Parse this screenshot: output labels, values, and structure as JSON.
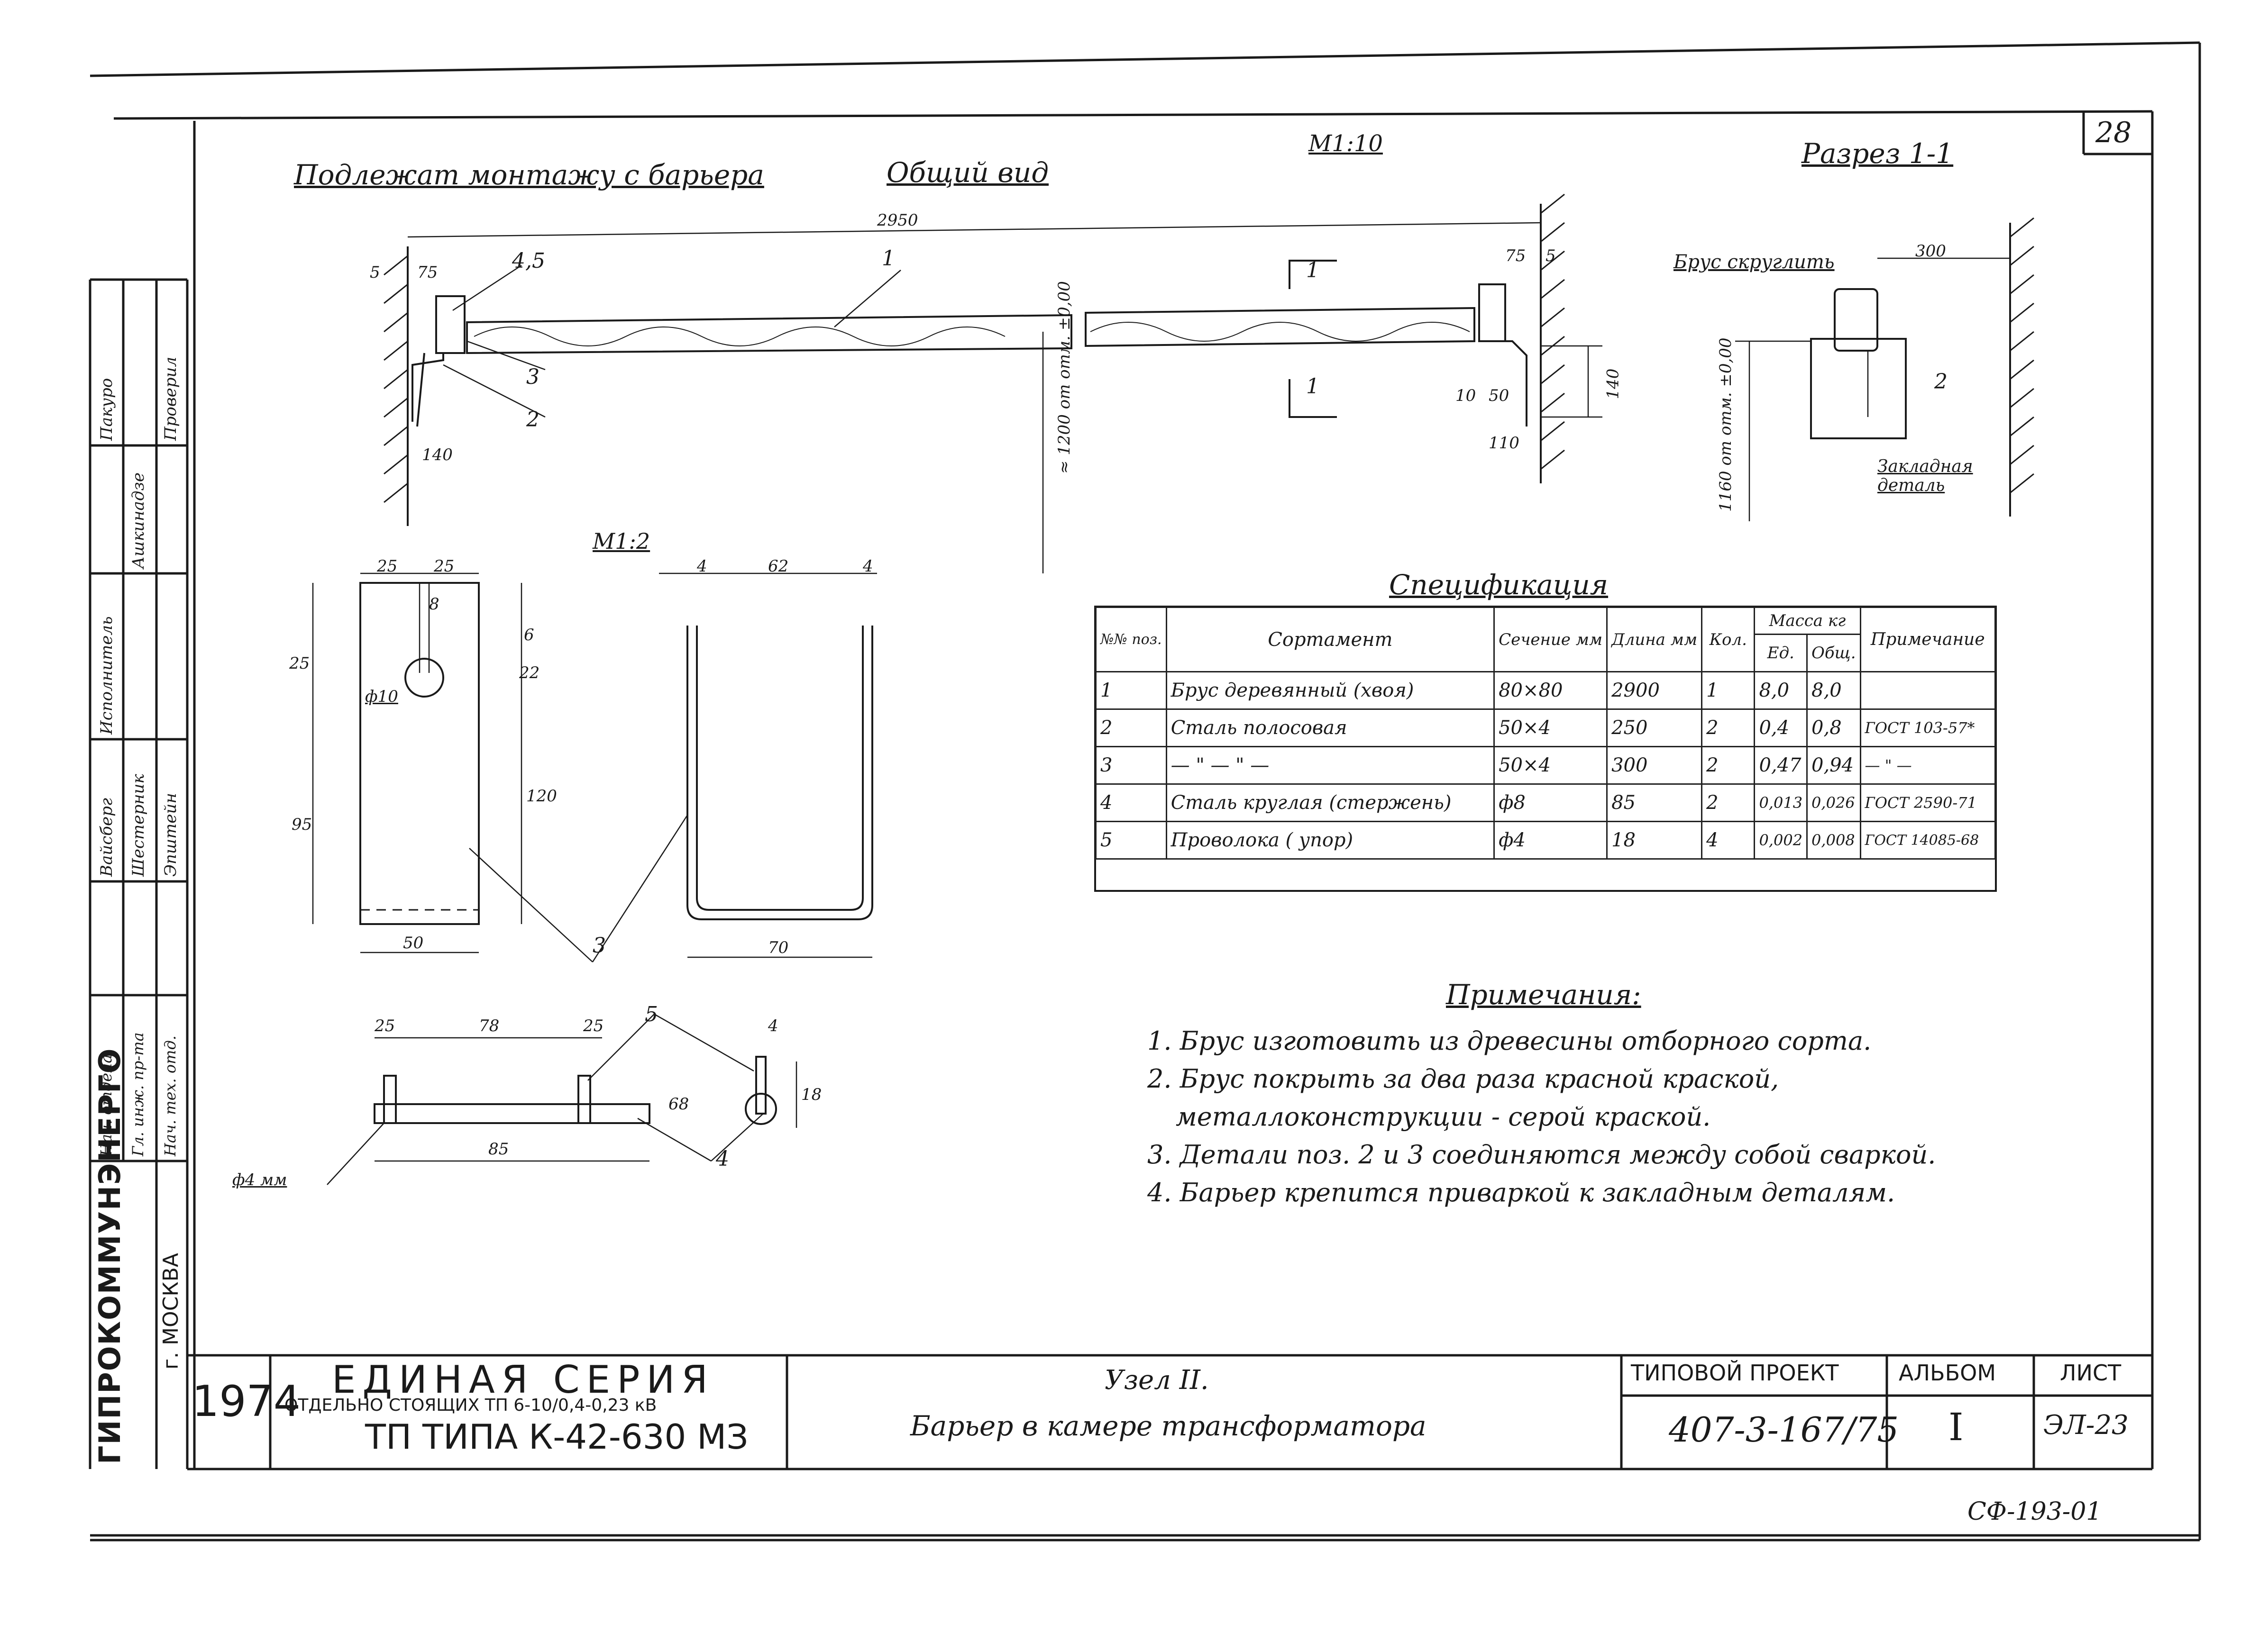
{
  "sheet_number": "28",
  "footer_code": "СФ-193-01",
  "titles": {
    "mount": "Подлежат монтажу с барьера",
    "general_view": "Общий вид",
    "scale_main": "М1:10",
    "section": "Разрез 1-1",
    "scale_detail": "М1:2",
    "spec": "Спецификация",
    "notes_title": "Примечания:"
  },
  "dims": {
    "total_len": "2950",
    "d5": "5",
    "d75": "75",
    "pos45": "4,5",
    "pos1": "1",
    "pos3": "3",
    "pos2": "2",
    "d140a": "140",
    "height_mark": "≈ 1200 от отм. ±0,00",
    "cut_mark": "1",
    "d75r": "75",
    "d5r": "5",
    "d10": "10",
    "d50": "50",
    "d110": "110",
    "d140b": "140",
    "beam_round": "Брус скруглить",
    "d300": "300",
    "mark1160": "1160 от отм. ±0,00",
    "pos2s": "2",
    "embedded": "Закладная деталь",
    "p25a": "25",
    "p25b": "25",
    "p8": "8",
    "p6": "6",
    "p25c": "25",
    "p22": "22",
    "p10": "ф10",
    "p95": "95",
    "p120": "120",
    "p50": "50",
    "p3": "3",
    "p4a": "4",
    "p62": "62",
    "p4b": "4",
    "p70": "70",
    "r25a": "25",
    "r78": "78",
    "r25b": "25",
    "r5": "5",
    "r4": "4",
    "r18": "18",
    "r85": "85",
    "rphi": "ф4 мм",
    "r4pos": "4",
    "r68": "68"
  },
  "spec": {
    "headers": {
      "pos": "№№ поз.",
      "sort": "Сортамент",
      "section": "Сечение мм",
      "length": "Длина мм",
      "qty": "Кол.",
      "mass": "Масса кг",
      "unit": "Ед.",
      "total": "Общ.",
      "note": "Примечание"
    },
    "rows": [
      {
        "pos": "1",
        "name": "Брус деревянный (хвоя)",
        "section": "80×80",
        "length": "2900",
        "qty": "1",
        "unit": "8,0",
        "total": "8,0",
        "note": ""
      },
      {
        "pos": "2",
        "name": "Сталь полосовая",
        "section": "50×4",
        "length": "250",
        "qty": "2",
        "unit": "0,4",
        "total": "0,8",
        "note": "ГОСТ 103-57*"
      },
      {
        "pos": "3",
        "name": "— \" — \" —",
        "section": "50×4",
        "length": "300",
        "qty": "2",
        "unit": "0,47",
        "total": "0,94",
        "note": "— \" —"
      },
      {
        "pos": "4",
        "name": "Сталь круглая (стержень)",
        "section": "ф8",
        "length": "85",
        "qty": "2",
        "unit": "0,013",
        "total": "0,026",
        "note": "ГОСТ 2590-71"
      },
      {
        "pos": "5",
        "name": "Проволока ( упор)",
        "section": "ф4",
        "length": "18",
        "qty": "4",
        "unit": "0,002",
        "total": "0,008",
        "note": "ГОСТ 14085-68"
      }
    ]
  },
  "notes": [
    "1. Брус изготовить из древесины отборного сорта.",
    "2. Брус покрыть за два раза красной краской,",
    "металлоконструкции - серой краской.",
    "3. Детали поз. 2 и 3 соединяются между собой сваркой.",
    "4. Барьер крепится приваркой к закладным деталям."
  ],
  "signatures": {
    "org": "ГИПРОКОММУНЭНЕРГО",
    "city": "г. МОСКВА",
    "rows": [
      {
        "role": "Нач. отдела",
        "name": "Пакуро"
      },
      {
        "role": "Гл. инж. пр-та",
        "name": "Ашкинадзе"
      },
      {
        "role": "Нач. тех. отд.",
        "name": "Вайсберг"
      },
      {
        "role": "Исполнитель",
        "name": "Шестерник"
      },
      {
        "role": "Проверил",
        "name": "Эпштейн"
      }
    ]
  },
  "title_block": {
    "year": "1974",
    "series": "ЕДИНАЯ СЕРИЯ",
    "series_sub": "ОТДЕЛЬНО СТОЯЩИХ ТП 6-10/0,4-0,23 кВ",
    "tp_type": "ТП ТИПА К-42-630 МЗ",
    "node": "Узел II.",
    "node_desc": "Барьер в камере трансформатора",
    "typical_project_label": "ТИПОВОЙ ПРОЕКТ",
    "typical_project": "407-3-167/75",
    "album_label": "АЛЬБОМ",
    "album": "I",
    "sheet_label": "ЛИСТ",
    "sheet": "ЭЛ-23"
  }
}
